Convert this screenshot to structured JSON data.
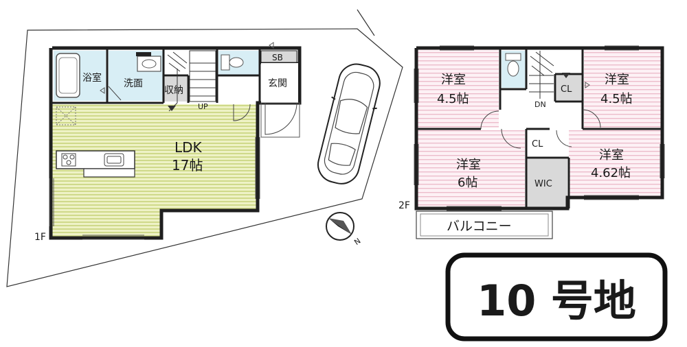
{
  "floor1": {
    "level": "1F",
    "rooms": {
      "bath": "浴室",
      "washroom": "洗面",
      "storage": "収納",
      "entrance": "玄関",
      "shoe_box": "SB",
      "stairs_up": "UP",
      "ldk_name": "LDK",
      "ldk_size": "17帖"
    }
  },
  "floor2": {
    "level": "2F",
    "rooms": {
      "nw_name": "洋室",
      "nw_size": "4.5帖",
      "ne_name": "洋室",
      "ne_size": "4.5帖",
      "sw_name": "洋室",
      "sw_size": "6帖",
      "se_name": "洋室",
      "se_size": "4.62帖",
      "closet_1": "CL",
      "closet_2": "CL",
      "walk_in_closet": "WIC",
      "stairs_down": "DN",
      "balcony": "バルコニー"
    }
  },
  "compass": {
    "north_letter": "N"
  },
  "lot_label": "10 号地",
  "colors": {
    "wall": "#1f1f1f",
    "wet_area": "#d8eef5",
    "ldk_floor": "#eef2c6",
    "ldk_stripe": "#cfd98a",
    "bedroom_floor": "#fbe7ee",
    "bedroom_stripe": "#e9b9c8",
    "closet": "#d9d9d9"
  }
}
